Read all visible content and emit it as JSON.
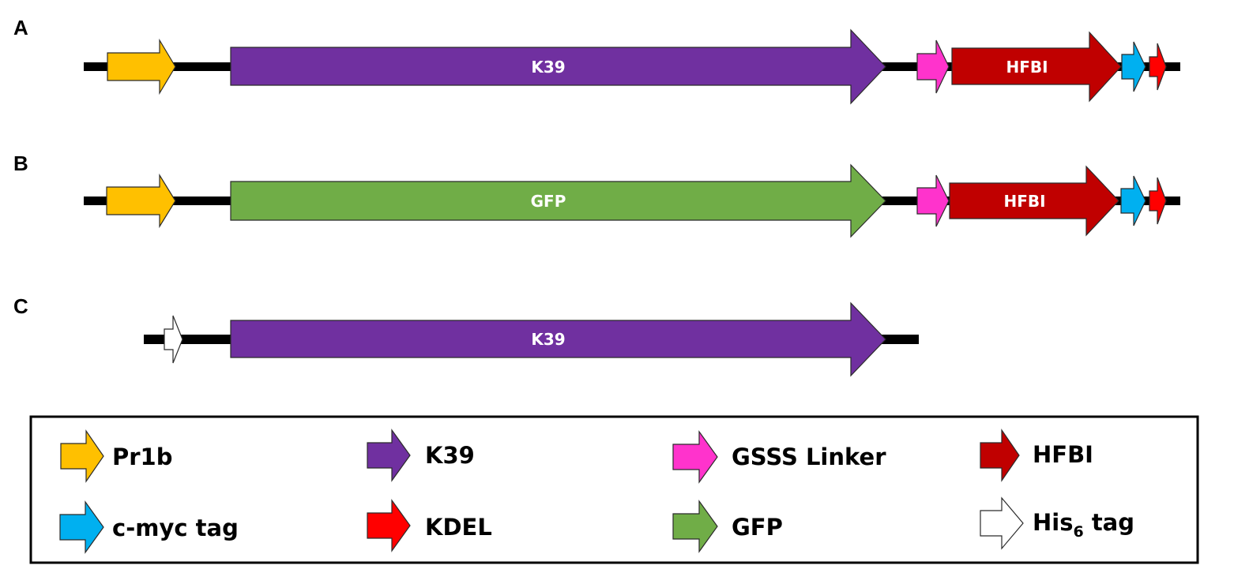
{
  "panels": [
    {
      "label": "A",
      "main_gene": "K39",
      "fusion_gene": "HFBI"
    },
    {
      "label": "B",
      "main_gene": "GFP",
      "fusion_gene": "HFBI"
    },
    {
      "label": "C",
      "main_gene": "K39"
    }
  ],
  "legend": {
    "items": [
      {
        "key": "pr1b",
        "label": "Pr1b",
        "color": "#FFC000"
      },
      {
        "key": "k39",
        "label": "K39",
        "color": "#7030A0"
      },
      {
        "key": "gsss",
        "label": "GSSS Linker",
        "color": "#FF33CC"
      },
      {
        "key": "hfbi",
        "label": "HFBI",
        "color": "#C00000"
      },
      {
        "key": "cmyc",
        "label": "c-myc tag",
        "color": "#00B0F0"
      },
      {
        "key": "kdel",
        "label": "KDEL",
        "color": "#FF0000"
      },
      {
        "key": "gfp",
        "label": "GFP",
        "color": "#70AD47"
      },
      {
        "key": "his6",
        "label_main": "His",
        "label_sub": "6",
        "label_rest": " tag",
        "color": "#FFFFFF"
      }
    ]
  }
}
